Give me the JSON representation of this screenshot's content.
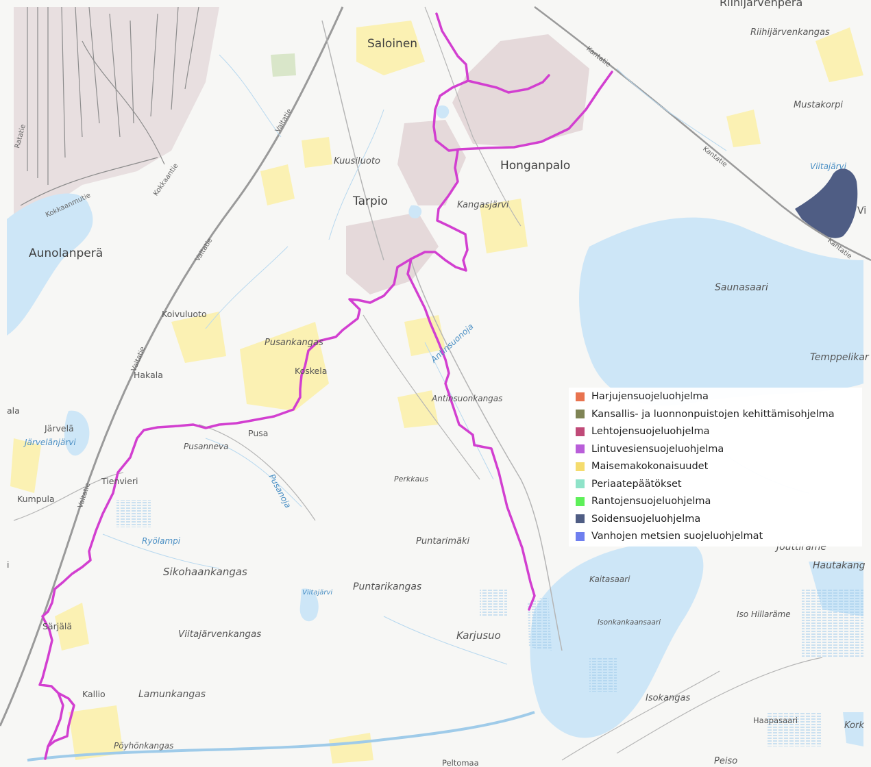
{
  "places": {
    "saloinen": "Saloinen",
    "honganpalo": "Honganpalo",
    "tarpio": "Tarpio",
    "aunolanpera": "Aunolanperä",
    "riihijarvenpera": "Riihijärvenperä",
    "riihijarvenkangas": "Riihijärvenkangas",
    "mustakorpi": "Mustakorpi",
    "kuusiluoto": "Kuusiluoto",
    "kangasjarvi": "Kangasjärvi",
    "viitajarvi_ne": "Viitajärvi",
    "saunasaari": "Saunasaari",
    "temppelikari": "Temppelikar",
    "koivuluoto": "Koivuluoto",
    "pusankangas": "Pusankangas",
    "koskela": "Koskela",
    "hakala": "Hakala",
    "antinsuonoja": "Antinsuonoja",
    "antinsuonkangas": "Antinsuonkangas",
    "ala": "ala",
    "jarvela": "Järvelä",
    "jarvelanjarvi": "Järvelänjärvi",
    "pusa": "Pusa",
    "pusanneva": "Pusanneva",
    "pusanoja": "Pusanoja",
    "perkkaus": "Perkkaus",
    "tienvieri": "Tienvieri",
    "kumpula": "Kumpula",
    "ryolampi": "Ryölampi",
    "puntarimaki": "Puntarimäki",
    "jouttirame": "Jouttirame",
    "hautakangas": "Hautakang",
    "i_left": "i",
    "sikohaankangas": "Sikohaankangas",
    "kaitasaari": "Kaitasaari",
    "viitajarvi_s": "Viitajärvi",
    "puntarikangas": "Puntarikangas",
    "iso_hillarame": "Iso Hillaräme",
    "sarjala": "Särjälä",
    "isonkankaansaari": "Isonkankaansaari",
    "viitajarvenkangas": "Viitajärvenkangas",
    "karjusuo": "Karjusuo",
    "kallio": "Kallio",
    "lamunkangas": "Lamunkangas",
    "isokangas": "Isokangas",
    "haapasaari": "Haapasaari",
    "kork": "Kork",
    "pyhonkangas": "Pöyhönkangas",
    "peltomaa": "Peltomaa",
    "peiso": "Peiso",
    "vi": "Vi"
  },
  "roads": {
    "valtatie_1": "Valtatie",
    "valtatie_2": "Valtatie",
    "valtatie_3": "Valtatie",
    "valtatie_4": "Valtatie",
    "kantatie_1": "Kantatie",
    "kantatie_2": "Kantatie",
    "kantatie_3": "Kantatie",
    "kokkaanmutie": "Kokkaanmutie",
    "kokkaantie": "Kokkaantie",
    "ratatie": "Ratatie"
  },
  "legend": {
    "items": [
      {
        "label": "Harjujensuojeluohjelma",
        "color": "#e8734f"
      },
      {
        "label": "Kansallis- ja luonnonpuistojen kehittämisohjelma",
        "color": "#7f8455"
      },
      {
        "label": "Lehtojensuojeluohjelma",
        "color": "#c04a78"
      },
      {
        "label": "Lintuvesiensuojeluohjelma",
        "color": "#b95ed9"
      },
      {
        "label": "Maisemakokonaisuudet",
        "color": "#f5dc6e"
      },
      {
        "label": "Periaatepäätökset",
        "color": "#8fe3c9"
      },
      {
        "label": "Rantojensuojeluohjelma",
        "color": "#5ef05a"
      },
      {
        "label": "Soidensuojeluohjelma",
        "color": "#4f5d84"
      },
      {
        "label": "Vanhojen metsien suojeluohjelmat",
        "color": "#6f7fef"
      }
    ]
  },
  "colors": {
    "route": "#d23fd0",
    "water": "#cde6f7",
    "urban": "#e5d9da",
    "landscape": "#fbf1b3",
    "bog_protected": "#4f5d84"
  }
}
